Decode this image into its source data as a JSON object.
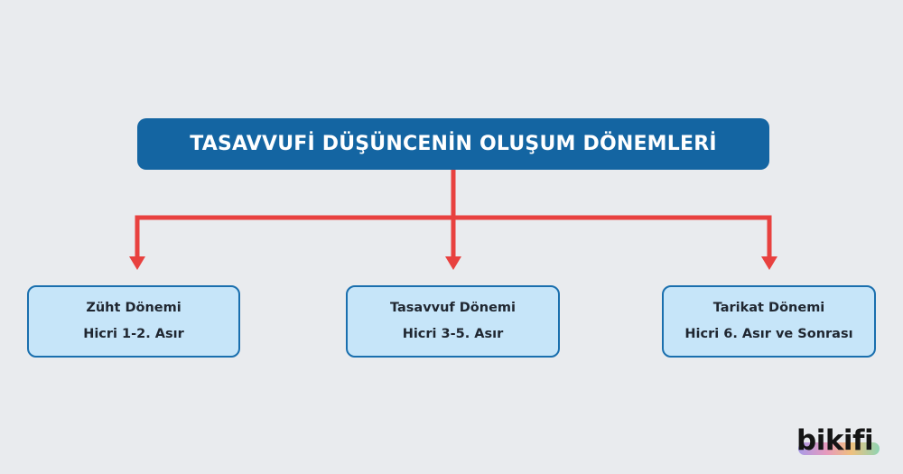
{
  "title": "TASAVVUFİ DÜŞÜNCENİN OLUŞUM DÖNEMLERİ",
  "periods": [
    {
      "name": "Züht Dönemi",
      "era": "Hicri 1-2. Asır"
    },
    {
      "name": "Tasavvuf Dönemi",
      "era": "Hicri 3-5. Asır"
    },
    {
      "name": "Tarikat Dönemi",
      "era": "Hicri 6. Asır ve Sonrası"
    }
  ],
  "logo": "bikifi",
  "colors": {
    "background": "#e9ebee",
    "title_box": "#1465a2",
    "period_box": "#c6e5f9",
    "period_border": "#1a6fae",
    "arrow": "#e8413f"
  }
}
